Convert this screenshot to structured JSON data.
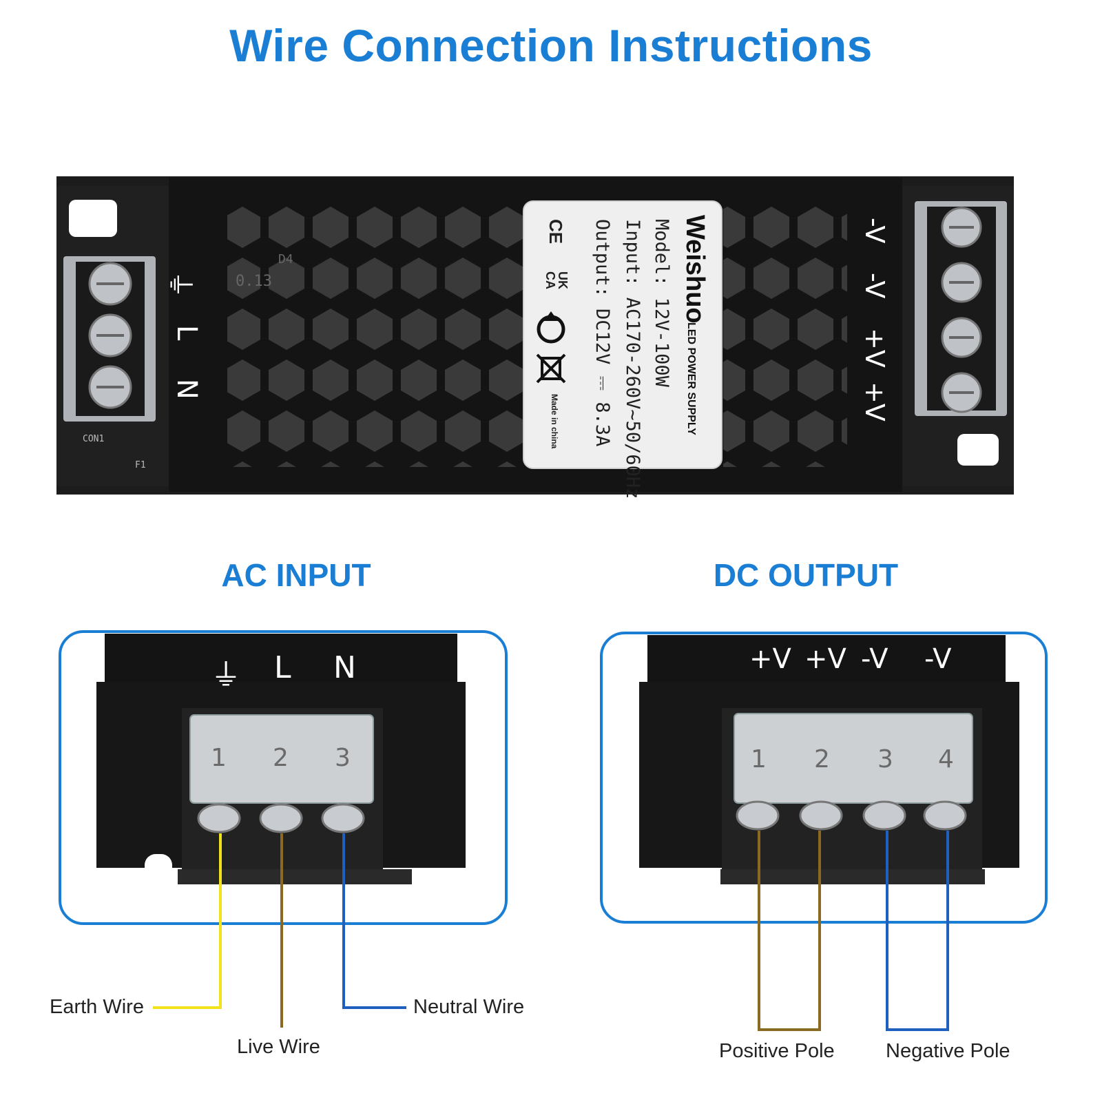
{
  "title": "Wire Connection Instructions",
  "colors": {
    "accent_blue": "#1a7fd4",
    "earth_wire": "#f2e21a",
    "live_wire": "#8a6a20",
    "neutral_wire": "#1f5fbf",
    "body_black": "#141414"
  },
  "device": {
    "left_terminal_marks": [
      "⏚",
      "L",
      "N"
    ],
    "right_terminal_marks": [
      "-V",
      "-V",
      "+V",
      "+V"
    ],
    "label": {
      "brand": "Weishuo",
      "product": "LED POWER SUPPLY",
      "model": "Model: 12V-100W",
      "input": "Input: AC170-260V~50/60Hz",
      "output": "Output: DC12V ⎓ 8.3A",
      "origin": "Made in china",
      "cert_ce": "CE",
      "cert_uk": "UK",
      "cert_ca": "CA"
    },
    "board_marks": [
      "CON1",
      "F1",
      "0.13",
      "D4"
    ]
  },
  "ac_input": {
    "title": "AC INPUT",
    "top_marks": [
      "⏚",
      "L",
      "N"
    ],
    "terminal_numbers": [
      "1",
      "2",
      "3"
    ],
    "wires": [
      {
        "label": "Earth Wire",
        "icon": "earth-wire-line"
      },
      {
        "label": "Live Wire",
        "icon": "live-wire-line"
      },
      {
        "label": "Neutral Wire",
        "icon": "neutral-wire-line"
      }
    ]
  },
  "dc_output": {
    "title": "DC OUTPUT",
    "top_marks": [
      "+V",
      "+V",
      "-V",
      "-V"
    ],
    "terminal_numbers": [
      "1",
      "2",
      "3",
      "4"
    ],
    "poles": [
      {
        "label": "Positive Pole"
      },
      {
        "label": "Negative Pole"
      }
    ]
  }
}
